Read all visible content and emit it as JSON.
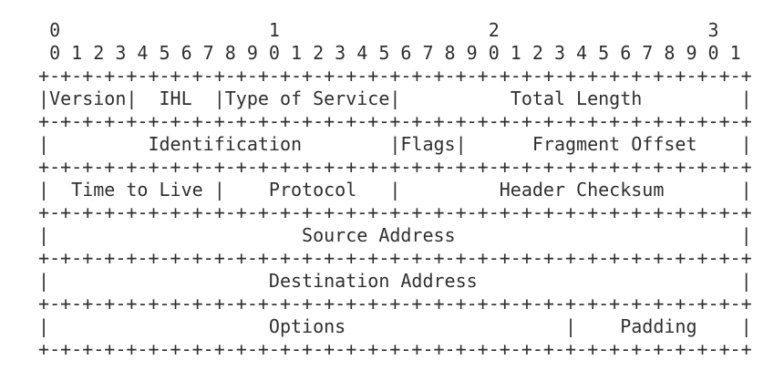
{
  "diagram": {
    "lines": [
      "  0                   1                   2                   3",
      "  0 1 2 3 4 5 6 7 8 9 0 1 2 3 4 5 6 7 8 9 0 1 2 3 4 5 6 7 8 9 0 1",
      " +-+-+-+-+-+-+-+-+-+-+-+-+-+-+-+-+-+-+-+-+-+-+-+-+-+-+-+-+-+-+-+-+",
      " |Version|  IHL  |Type of Service|          Total Length         |",
      " +-+-+-+-+-+-+-+-+-+-+-+-+-+-+-+-+-+-+-+-+-+-+-+-+-+-+-+-+-+-+-+-+",
      " |         Identification        |Flags|      Fragment Offset    |",
      " +-+-+-+-+-+-+-+-+-+-+-+-+-+-+-+-+-+-+-+-+-+-+-+-+-+-+-+-+-+-+-+-+",
      " |  Time to Live |    Protocol   |         Header Checksum       |",
      " +-+-+-+-+-+-+-+-+-+-+-+-+-+-+-+-+-+-+-+-+-+-+-+-+-+-+-+-+-+-+-+-+",
      " |                       Source Address                          |",
      " +-+-+-+-+-+-+-+-+-+-+-+-+-+-+-+-+-+-+-+-+-+-+-+-+-+-+-+-+-+-+-+-+",
      " |                    Destination Address                        |",
      " +-+-+-+-+-+-+-+-+-+-+-+-+-+-+-+-+-+-+-+-+-+-+-+-+-+-+-+-+-+-+-+-+",
      " |                    Options                    |    Padding    |",
      " +-+-+-+-+-+-+-+-+-+-+-+-+-+-+-+-+-+-+-+-+-+-+-+-+-+-+-+-+-+-+-+-+"
    ]
  }
}
